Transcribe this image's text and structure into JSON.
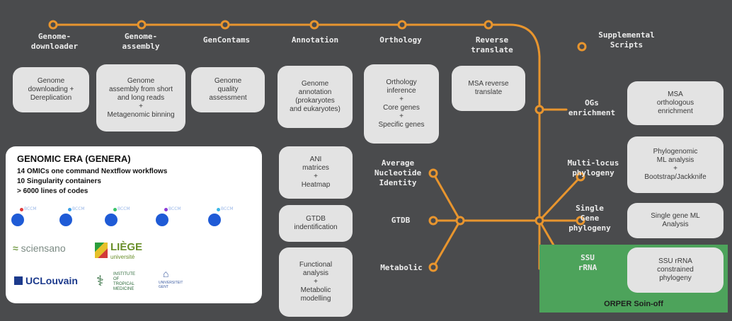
{
  "colors": {
    "background": "#4a4b4d",
    "line": "#e8952e",
    "card": "#e3e3e3",
    "green_zone": "#4da35b"
  },
  "stations": [
    {
      "label": "Genome-\ndownloader",
      "card": "Genome\ndownloading +\nDereplication"
    },
    {
      "label": "Genome-\nassembly",
      "card": "Genome\nassembly from short\nand long reads\n+\nMetagenomic binning"
    },
    {
      "label": "GenContams",
      "card": "Genome\nquality\nassessment"
    },
    {
      "label": "Annotation",
      "card": "Genome\nannotation\n(prokaryotes\nand eukaryotes)"
    },
    {
      "label": "Orthology",
      "card": "Orthology\ninference\n+\nCore genes\n+\nSpecific genes"
    },
    {
      "label": "Reverse\ntranslate",
      "card": "MSA reverse\ntranslate"
    }
  ],
  "supplemental": {
    "label": "Supplemental\nScripts"
  },
  "left_branches": [
    {
      "label": "Average\nNucleotide\nIdentity",
      "card": "ANI\nmatrices\n+\nHeatmap"
    },
    {
      "label": "GTDB",
      "card": "GTDB\nindentification"
    },
    {
      "label": "Metabolic",
      "card": "Functional\nanalysis\n+\nMetabolic\nmodelling"
    }
  ],
  "right_branches": [
    {
      "label": "OGs\nenrichment",
      "card": "MSA\northologous\nenrichment"
    },
    {
      "label": "Multi-locus\nphylogeny",
      "card": "Phylogenomic\nML analysis\n+\nBootstrap/Jackknife"
    },
    {
      "label": "Single\nGene\nphylogeny",
      "card": "Single gene ML\nAnalysis"
    },
    {
      "label": "SSU\nrRNA",
      "card": "SSU rRNA\nconstrained\nphylogeny"
    }
  ],
  "spinoff_label": "ORPER Soin-off",
  "panel": {
    "title": "GENOMIC ERA (GENERA)",
    "lines": [
      "14 OMICs one command Nextflow workflows",
      "10 Singularity containers",
      "> 6000 lines of codes"
    ],
    "logos": {
      "bccm": [
        "BCCM",
        "BCCM",
        "BCCM",
        "BCCM",
        "BCCM"
      ],
      "sciensano": "sciensano",
      "liege": "LIÈGE",
      "liege_sub": "université",
      "uclouvain": "UCLouvain",
      "itm": "INSTITUTE\nOF TROPICAL\nMEDICINE",
      "gent": "UNIVERSITEIT\nGENT"
    }
  }
}
